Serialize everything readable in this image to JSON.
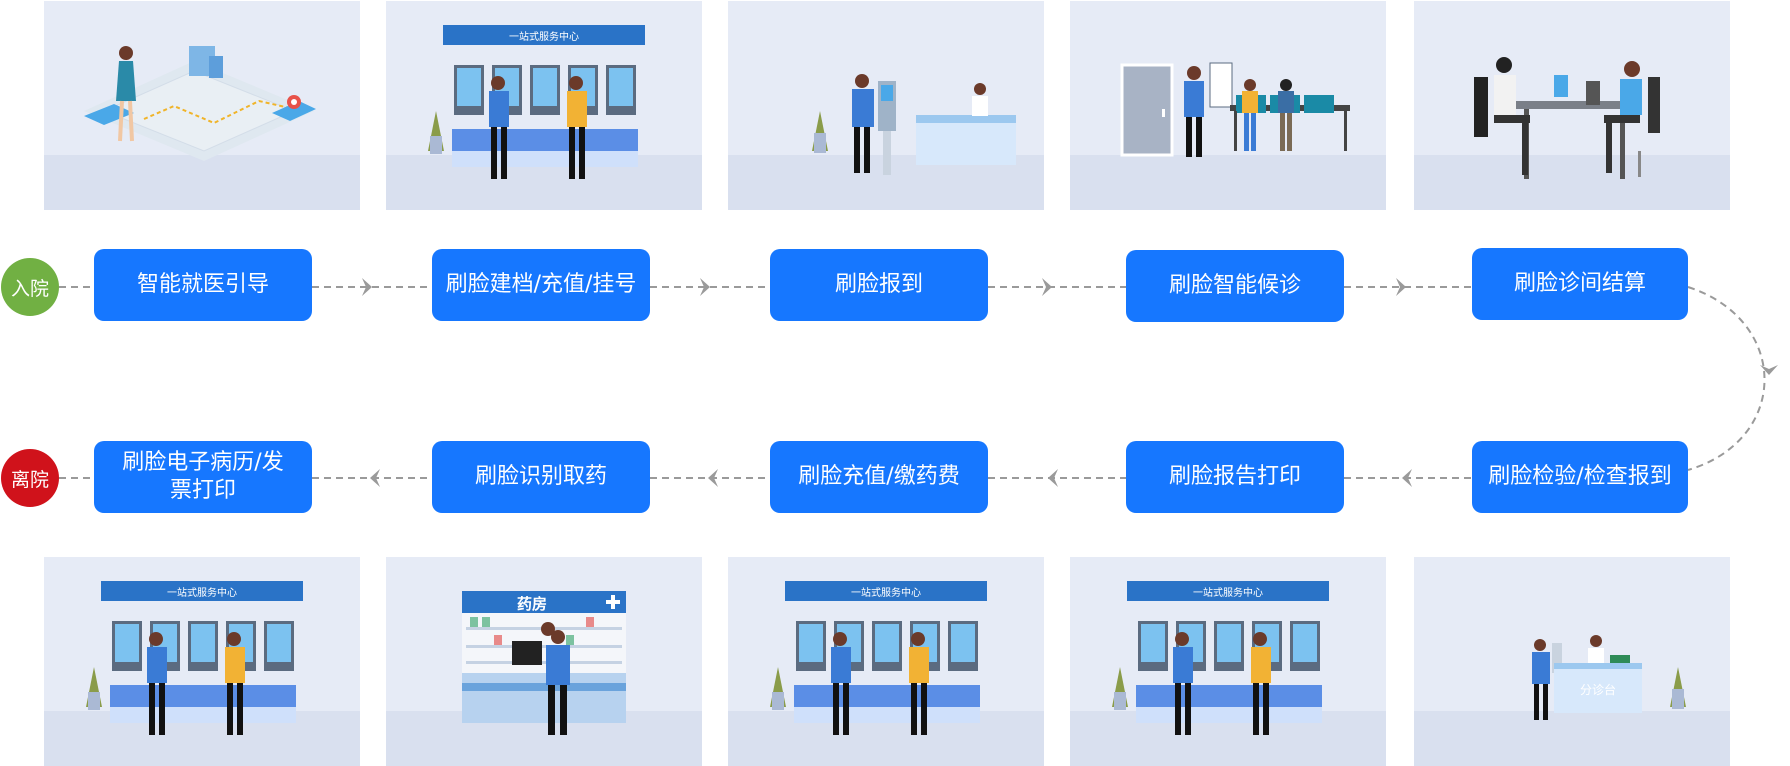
{
  "entry_label": "入院",
  "exit_label": "离院",
  "row1": [
    {
      "label": "智能就医引导"
    },
    {
      "label": "刷脸建档/充值/挂号"
    },
    {
      "label": "刷脸报到"
    },
    {
      "label": "刷脸智能候诊"
    },
    {
      "label": "刷脸诊间结算"
    }
  ],
  "row2": [
    {
      "label": "刷脸电子病历/发票打印"
    },
    {
      "label": "刷脸识别取药"
    },
    {
      "label": "刷脸充值/缴药费"
    },
    {
      "label": "刷脸报告打印"
    },
    {
      "label": "刷脸检验/检查报到"
    }
  ],
  "panel_text": {
    "kiosk_sign": "一站式服务中心",
    "pharmacy_sign": "药房",
    "triage_desk": "分诊台"
  },
  "colors": {
    "step_blue": "#1677ff",
    "entry_green": "#71b043",
    "exit_red": "#d0121b",
    "connector_gray": "#9a9a9a",
    "panel_bg": "#e6ebf6"
  }
}
